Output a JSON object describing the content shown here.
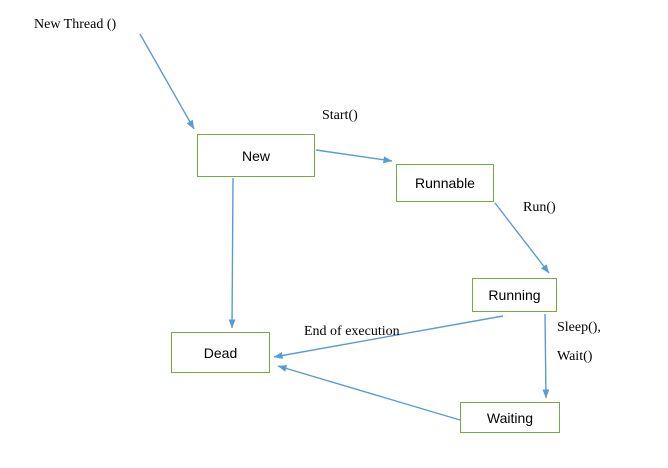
{
  "diagram": {
    "description": "Thread lifecycle state diagram",
    "nodes": [
      {
        "id": "new",
        "label": "New"
      },
      {
        "id": "runnable",
        "label": "Runnable"
      },
      {
        "id": "running",
        "label": "Running"
      },
      {
        "id": "waiting",
        "label": "Waiting"
      },
      {
        "id": "dead",
        "label": "Dead"
      }
    ],
    "edge_labels": [
      {
        "id": "new-thread",
        "text": "New Thread ()"
      },
      {
        "id": "start",
        "text": "Start()"
      },
      {
        "id": "run",
        "text": "Run()"
      },
      {
        "id": "sleep",
        "text": "Sleep(),"
      },
      {
        "id": "wait",
        "text": "Wait()"
      },
      {
        "id": "end-exec",
        "text": "End of execution"
      }
    ],
    "edges": [
      {
        "from": "new-thread-label",
        "to": "new"
      },
      {
        "from": "new",
        "to": "runnable",
        "label": "Start()"
      },
      {
        "from": "runnable",
        "to": "running",
        "label": "Run()"
      },
      {
        "from": "running",
        "to": "waiting",
        "label": "Sleep(), Wait()"
      },
      {
        "from": "new",
        "to": "dead"
      },
      {
        "from": "running",
        "to": "dead",
        "label": "End of execution"
      },
      {
        "from": "waiting",
        "to": "dead"
      }
    ],
    "colors": {
      "box_border": "#70AD47",
      "arrow": "#5B9BD5",
      "text": "#000000",
      "background": "#FFFFFF"
    }
  }
}
